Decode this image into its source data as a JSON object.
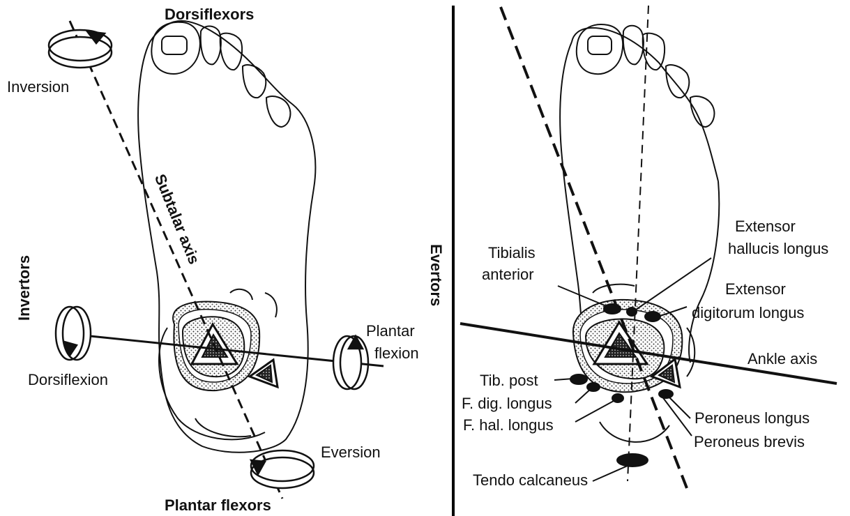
{
  "left_panel": {
    "top_label": "Dorsiflexors",
    "bottom_label": "Plantar flexors",
    "side_label": "Invertors",
    "axis_label": "Subtalar axis",
    "inversion": "Inversion",
    "eversion": "Eversion",
    "dorsiflexion": "Dorsiflexion",
    "plantar_flexion_1": "Plantar",
    "plantar_flexion_2": "flexion"
  },
  "right_panel": {
    "side_label": "Evertors",
    "tibialis_anterior_1": "Tibialis",
    "tibialis_anterior_2": "anterior",
    "ehl_1": "Extensor",
    "ehl_2": "hallucis longus",
    "edl_1": "Extensor",
    "edl_2": "digitorum longus",
    "ankle_axis": "Ankle axis",
    "tib_post": "Tib. post",
    "fdl": "F. dig. longus",
    "fhl": "F. hal. longus",
    "peroneus_longus": "Peroneus longus",
    "peroneus_brevis": "Peroneus brevis",
    "tendo_calcaneus": "Tendo calcaneus"
  }
}
